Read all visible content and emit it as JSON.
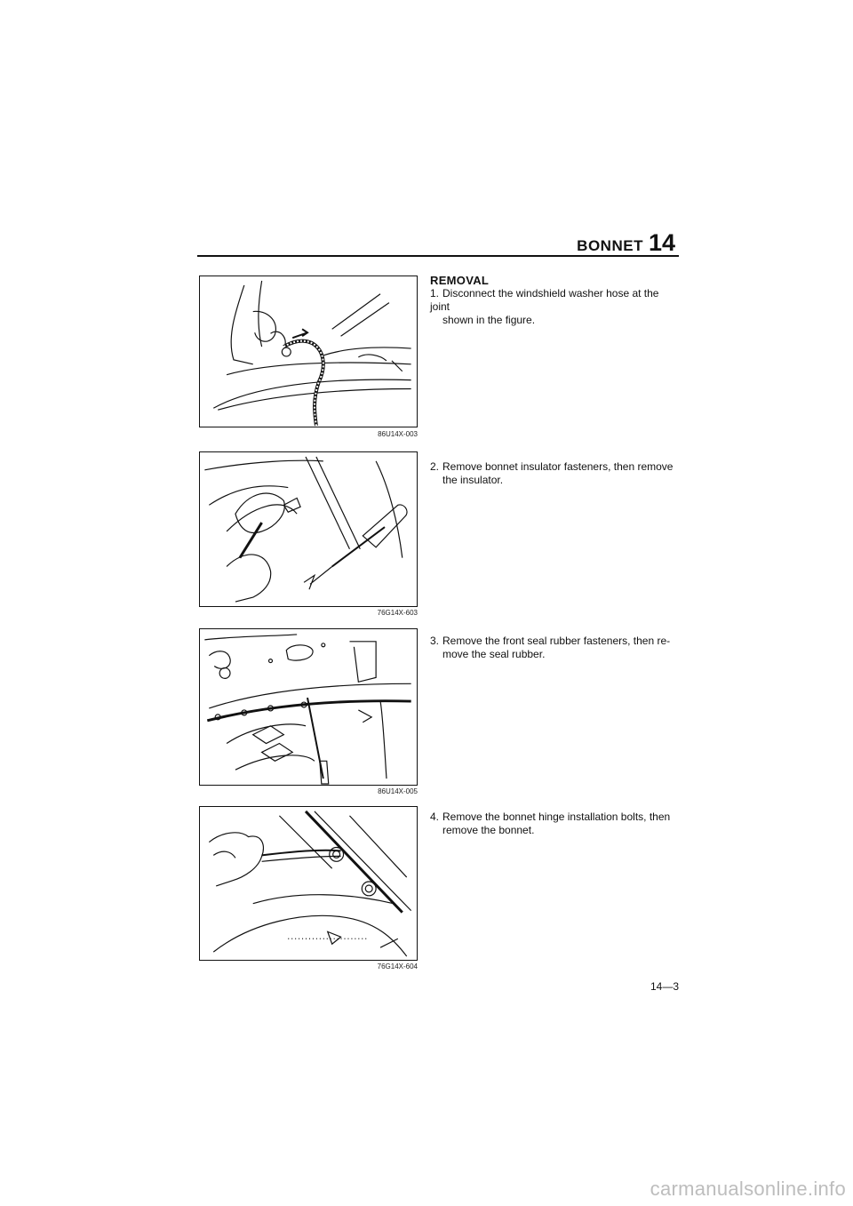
{
  "header": {
    "title": "BONNET",
    "chapter": "14"
  },
  "section": {
    "heading": "REMOVAL"
  },
  "steps": [
    {
      "number": "1.",
      "line1": "Disconnect the windshield washer hose at the joint",
      "line2": "shown in the figure.",
      "figure_code": "86U14X-003"
    },
    {
      "number": "2.",
      "line1": "Remove bonnet insulator fasteners, then remove",
      "line2": "the insulator.",
      "figure_code": "76G14X-603"
    },
    {
      "number": "3.",
      "line1": "Remove the front seal rubber fasteners, then re-",
      "line2": "move the seal rubber.",
      "figure_code": "86U14X-005"
    },
    {
      "number": "4.",
      "line1": "Remove the bonnet hinge installation bolts, then",
      "line2": "remove the bonnet.",
      "figure_code": "76G14X-604"
    }
  ],
  "footer": {
    "page_number": "14—3"
  },
  "watermark": "carmanualsonline.info"
}
